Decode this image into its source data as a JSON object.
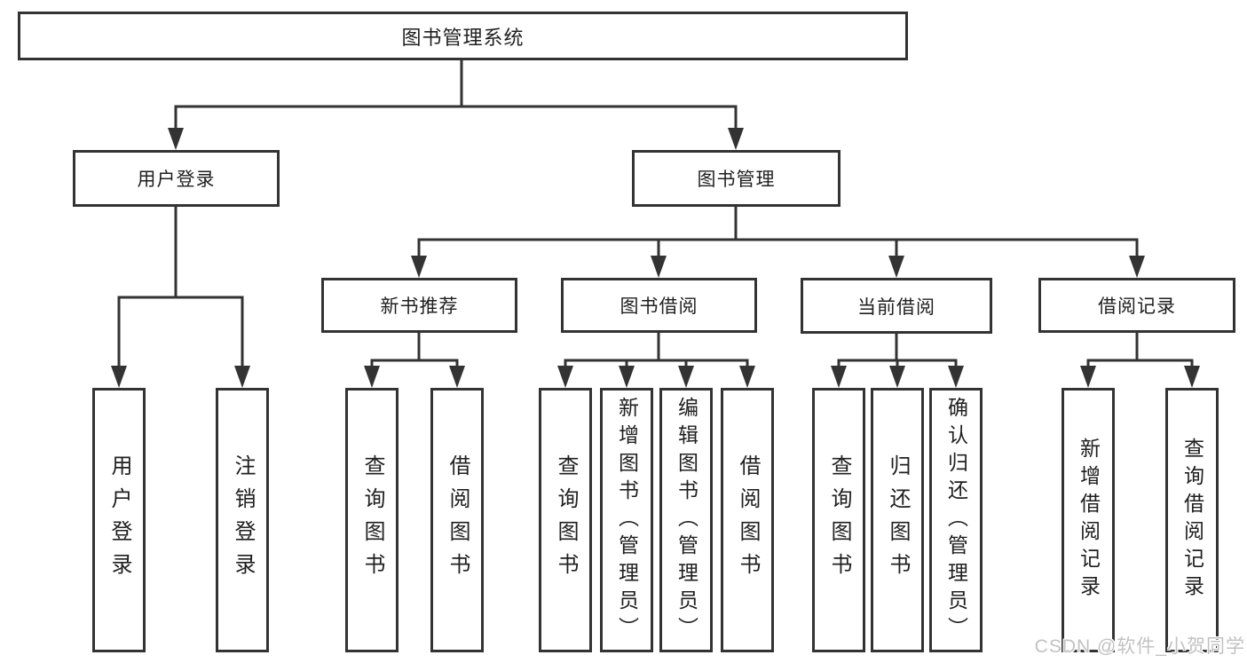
{
  "diagram": {
    "root": {
      "label": "图书管理系统"
    },
    "level2": [
      {
        "label": "用户登录"
      },
      {
        "label": "图书管理"
      }
    ],
    "level3": [
      {
        "label": "新书推荐"
      },
      {
        "label": "图书借阅"
      },
      {
        "label": "当前借阅"
      },
      {
        "label": "借阅记录"
      }
    ],
    "leaves": {
      "user_login": [
        {
          "label": "用户登录"
        },
        {
          "label": "注销登录"
        }
      ],
      "new_book_recommend": [
        {
          "label": "查询图书"
        },
        {
          "label": "借阅图书"
        }
      ],
      "book_borrow": [
        {
          "label": "查询图书"
        },
        {
          "label": "新增图书（管理员）"
        },
        {
          "label": "编辑图书（管理员）"
        },
        {
          "label": "借阅图书"
        }
      ],
      "current_borrow": [
        {
          "label": "查询图书"
        },
        {
          "label": "归还图书"
        },
        {
          "label": "确认归还（管理员）"
        }
      ],
      "borrow_records": [
        {
          "label": "新增借阅记录"
        },
        {
          "label": "查询借阅记录"
        }
      ]
    }
  },
  "watermark": {
    "text": "CSDN @软件_小贺同学"
  },
  "colors": {
    "line": "#333333",
    "box_border": "#333333",
    "text": "#1f1f1f",
    "background": "#ffffff",
    "watermark": "#c2c2c2"
  }
}
